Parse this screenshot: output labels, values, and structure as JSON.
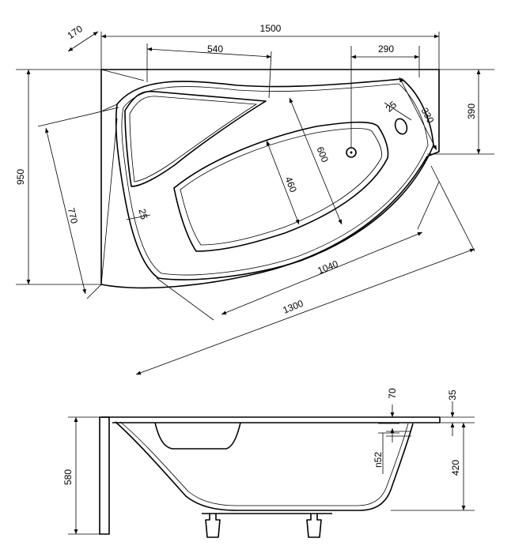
{
  "top_view": {
    "dims": {
      "d1500": "1500",
      "d170": "170",
      "d540": "540",
      "d290": "290",
      "d25a": "25",
      "d330": "330",
      "d390": "390",
      "d600": "600",
      "d460": "460",
      "d950": "950",
      "d770": "770",
      "d25b": "25",
      "d1040": "1040",
      "d1300": "1300"
    }
  },
  "side_view": {
    "dims": {
      "d70": "70",
      "d35": "35",
      "dn52": "n52",
      "d420": "420",
      "d580": "580"
    }
  }
}
